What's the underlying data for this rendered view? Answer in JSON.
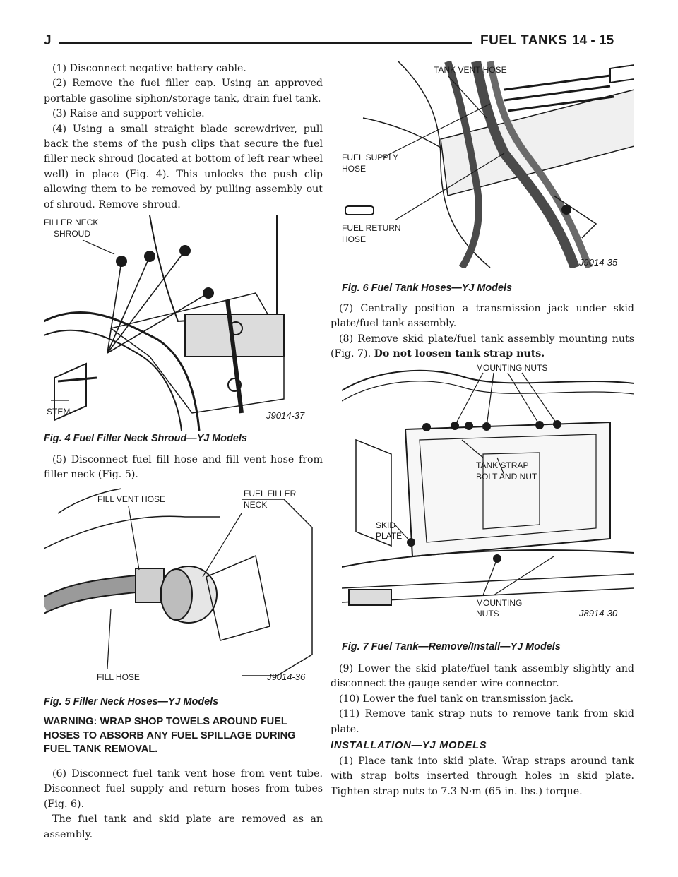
{
  "header": {
    "section_letter": "J",
    "title": "FUEL TANKS",
    "page_number": "14 - 15"
  },
  "left_column": {
    "steps_top": [
      "(1) Disconnect negative battery cable.",
      "(2) Remove the fuel filler cap. Using an approved portable gasoline siphon/storage tank, drain fuel tank.",
      "(3) Raise and support vehicle.",
      "(4) Using a small straight blade screwdriver, pull back the stems of the push clips that secure the fuel filler neck shroud (located at bottom of left rear wheel well) in place (Fig. 4). This unlocks the push clip allowing them to be removed by pulling assembly out of shroud. Remove shroud."
    ],
    "step5": "(5) Disconnect fuel fill hose and fill vent hose from filler neck (Fig. 5).",
    "warning": "WARNING: WRAP SHOP TOWELS AROUND FUEL HOSES TO ABSORB ANY FUEL SPILLAGE DURING FUEL TANK REMOVAL.",
    "step6": "(6) Disconnect fuel tank vent hose from vent tube. Disconnect fuel supply and return hoses from tubes (Fig. 6).",
    "note": "The fuel tank and skid plate are removed as an assembly."
  },
  "right_column": {
    "step7": "(7) Centrally position a transmission jack under skid plate/fuel tank assembly.",
    "step8_text": "(8) Remove skid plate/fuel tank assembly mounting nuts (Fig. 7).",
    "step8_bold": "Do not loosen tank strap nuts.",
    "step9": "(9) Lower the skid plate/fuel tank assembly slightly and disconnect the gauge sender wire connector.",
    "step10": "(10) Lower the fuel tank on transmission jack.",
    "step11": "(11) Remove tank strap nuts to remove tank from skid plate.",
    "section_heading": "INSTALLATION—YJ MODELS",
    "install1": "(1) Place tank into skid plate. Wrap straps around tank with strap bolts inserted through holes in skid plate. Tighten strap nuts to 7.3 N·m (65 in. lbs.) torque."
  },
  "figures": {
    "fig4": {
      "caption": "Fig. 4 Fuel Filler Neck Shroud—YJ Models",
      "label_shroud_1": "FILLER NECK",
      "label_shroud_2": "SHROUD",
      "label_stem": "STEM",
      "code": "J9014-37"
    },
    "fig5": {
      "caption": "Fig. 5 Filler Neck Hoses—YJ Models",
      "label_vent": "FILL VENT HOSE",
      "label_neck_1": "FUEL FILLER",
      "label_neck_2": "NECK",
      "label_fill": "FILL HOSE",
      "code": "J9014-36"
    },
    "fig6": {
      "caption": "Fig. 6 Fuel Tank Hoses—YJ Models",
      "label_vent": "TANK VENT HOSE",
      "label_supply_1": "FUEL SUPPLY",
      "label_supply_2": "HOSE",
      "label_return_1": "FUEL RETURN",
      "label_return_2": "HOSE",
      "code": "J9014-35"
    },
    "fig7": {
      "caption": "Fig. 7 Fuel Tank—Remove/Install—YJ Models",
      "label_mount_top": "MOUNTING NUTS",
      "label_strap_1": "TANK STRAP",
      "label_strap_2": "BOLT AND NUT",
      "label_skid_1": "SKID",
      "label_skid_2": "PLATE",
      "label_mount_bottom_1": "MOUNTING",
      "label_mount_bottom_2": "NUTS",
      "code": "J8914-30"
    }
  }
}
